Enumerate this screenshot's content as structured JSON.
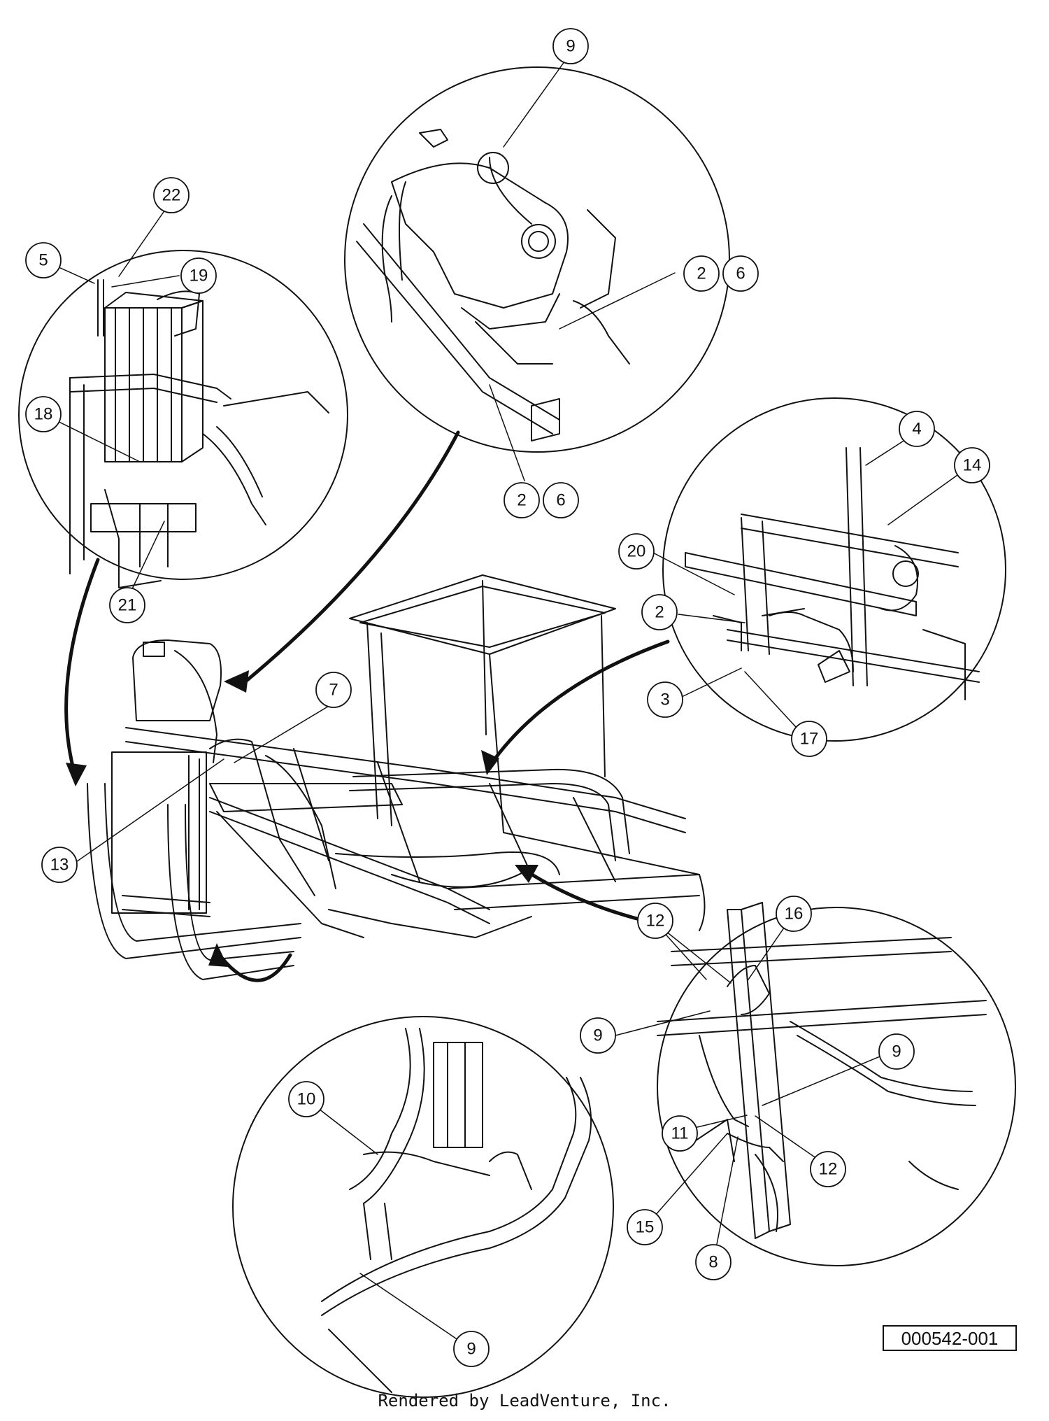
{
  "diagram": {
    "part_number": "000542-001",
    "credit": "Rendered by LeadVenture, Inc.",
    "callouts": [
      "9",
      "22",
      "5",
      "19",
      "2",
      "6",
      "2",
      "6",
      "18",
      "21",
      "4",
      "14",
      "20",
      "2",
      "3",
      "17",
      "7",
      "13",
      "12",
      "16",
      "9",
      "9",
      "11",
      "12",
      "15",
      "8",
      "10",
      "9"
    ]
  }
}
